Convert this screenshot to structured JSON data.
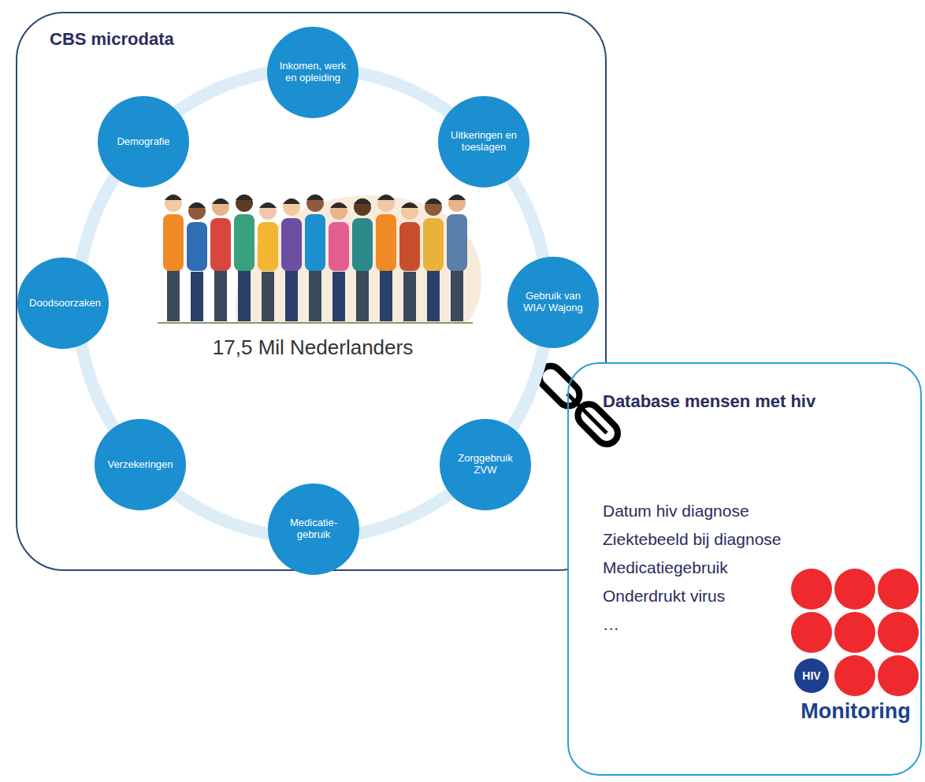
{
  "diagram": {
    "nodes": [
      {
        "text": [
          "CBS microdata"
        ]
      },
      {
        "text": [
          "Inkomen, werk en opleiding"
        ],
        "in": 0
      },
      {
        "text": [
          "Uitkeringen en toeslagen"
        ],
        "in": 0
      },
      {
        "text": [
          "Gebruik van WIA/ Wajong"
        ],
        "in": 0
      },
      {
        "text": [
          "Zorggebruik ZVW"
        ],
        "in": 0
      },
      {
        "text": [
          "Medicatie- gebruik"
        ],
        "in": 0
      },
      {
        "text": [
          "Verzekeringen"
        ],
        "in": 0
      },
      {
        "text": [
          "Doodsoorzaken"
        ],
        "in": 0
      },
      {
        "text": [
          "Demografie"
        ],
        "in": 0
      },
      {
        "text": [
          "Database mensen met hiv",
          "Datum hiv diagnose",
          "Ziektebeeld bij diagnose",
          "Medicatiegebruik",
          "Onderdrukt virus",
          "…"
        ]
      }
    ],
    "edges": [
      {
        "from": 0,
        "to": 9,
        "arrow": "none"
      }
    ],
    "labels": [
      "17,5 Mil Nederlanders",
      "HIV",
      "Monitoring"
    ]
  }
}
